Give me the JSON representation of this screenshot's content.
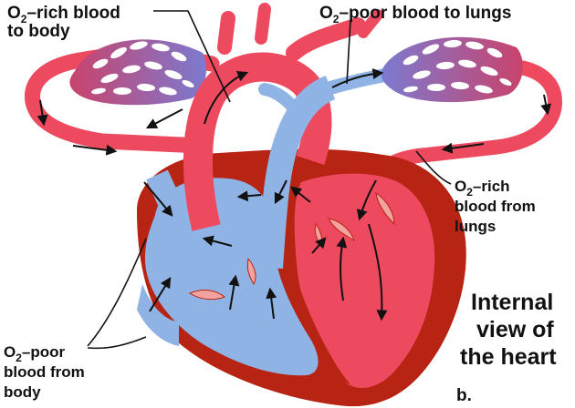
{
  "labels": {
    "o2_rich_to_body": {
      "line1_prefix": "O",
      "sub": "2",
      "line1_suffix": "–rich blood",
      "line2": "to body"
    },
    "o2_poor_to_lungs": {
      "prefix": "O",
      "sub": "2",
      "suffix": "–poor blood to lungs"
    },
    "o2_rich_from_lungs": {
      "line1_prefix": "O",
      "sub": "2",
      "line1_suffix": "–rich",
      "line2": "blood from",
      "line3": "lungs"
    },
    "o2_poor_from_body": {
      "line1_prefix": "O",
      "sub": "2",
      "line1_suffix": "–poor",
      "line2": "blood from",
      "line3": "body"
    },
    "title": {
      "line1": "Internal",
      "line2": "view of",
      "line3": "the heart"
    },
    "panel_letter": "b."
  },
  "colors": {
    "oxygen_rich": "#ee4a5f",
    "oxygen_poor": "#8fb3e4",
    "myocardium": "#b82413",
    "capillary_gradient_start": "#c84b73",
    "capillary_gradient_end": "#7a7fce"
  }
}
